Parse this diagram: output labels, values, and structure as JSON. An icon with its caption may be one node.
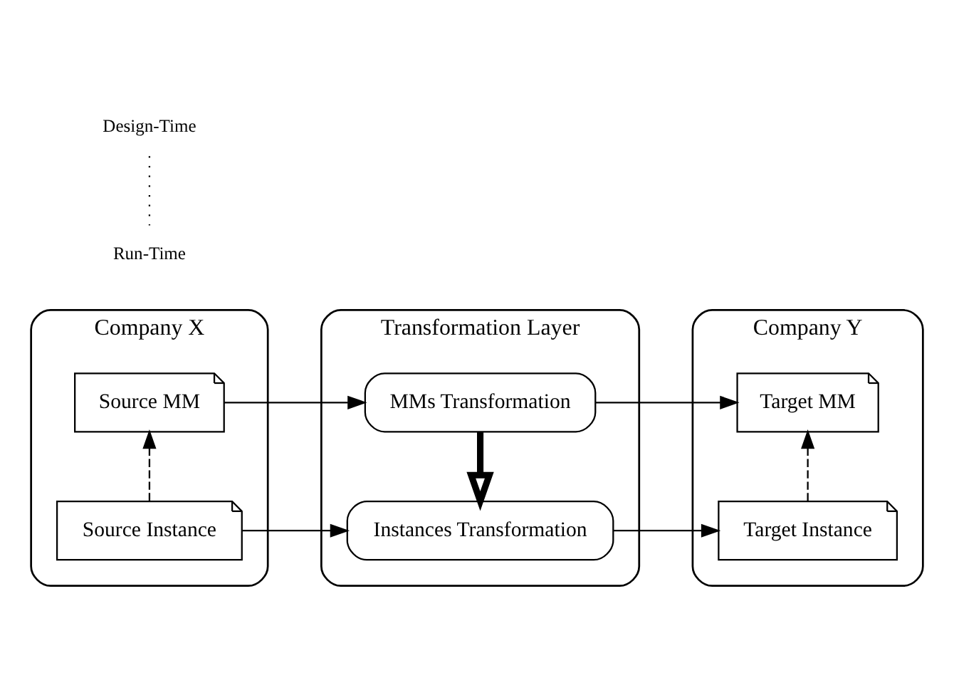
{
  "diagram": {
    "nodes": [
      {
        "text": [
          "Company X"
        ]
      },
      {
        "text": [
          "Source MM"
        ],
        "in": 0
      },
      {
        "text": [
          "Source Instance"
        ],
        "in": 0
      },
      {
        "text": [
          "Transformation Layer"
        ]
      },
      {
        "text": [
          "MMs Transformation"
        ],
        "in": 3
      },
      {
        "text": [
          "Instances Transformation"
        ],
        "in": 3
      },
      {
        "text": [
          "Company Y"
        ]
      },
      {
        "text": [
          "Target MM"
        ],
        "in": 6
      },
      {
        "text": [
          "Target Instance"
        ],
        "in": 6
      }
    ],
    "edges": [
      {
        "from": 1,
        "to": 4,
        "arrow": "to"
      },
      {
        "from": 4,
        "to": 7,
        "arrow": "to"
      },
      {
        "from": 2,
        "to": 5,
        "arrow": "to"
      },
      {
        "from": 5,
        "to": 8,
        "arrow": "to"
      },
      {
        "from": 2,
        "to": 1,
        "arrow": "to",
        "style": "dashed"
      },
      {
        "from": 8,
        "to": 7,
        "arrow": "to",
        "style": "dashed"
      },
      {
        "from": 4,
        "to": 5,
        "arrow": "to",
        "style": "thick"
      }
    ],
    "labels": [
      "Design-Time",
      "Run-Time"
    ]
  }
}
